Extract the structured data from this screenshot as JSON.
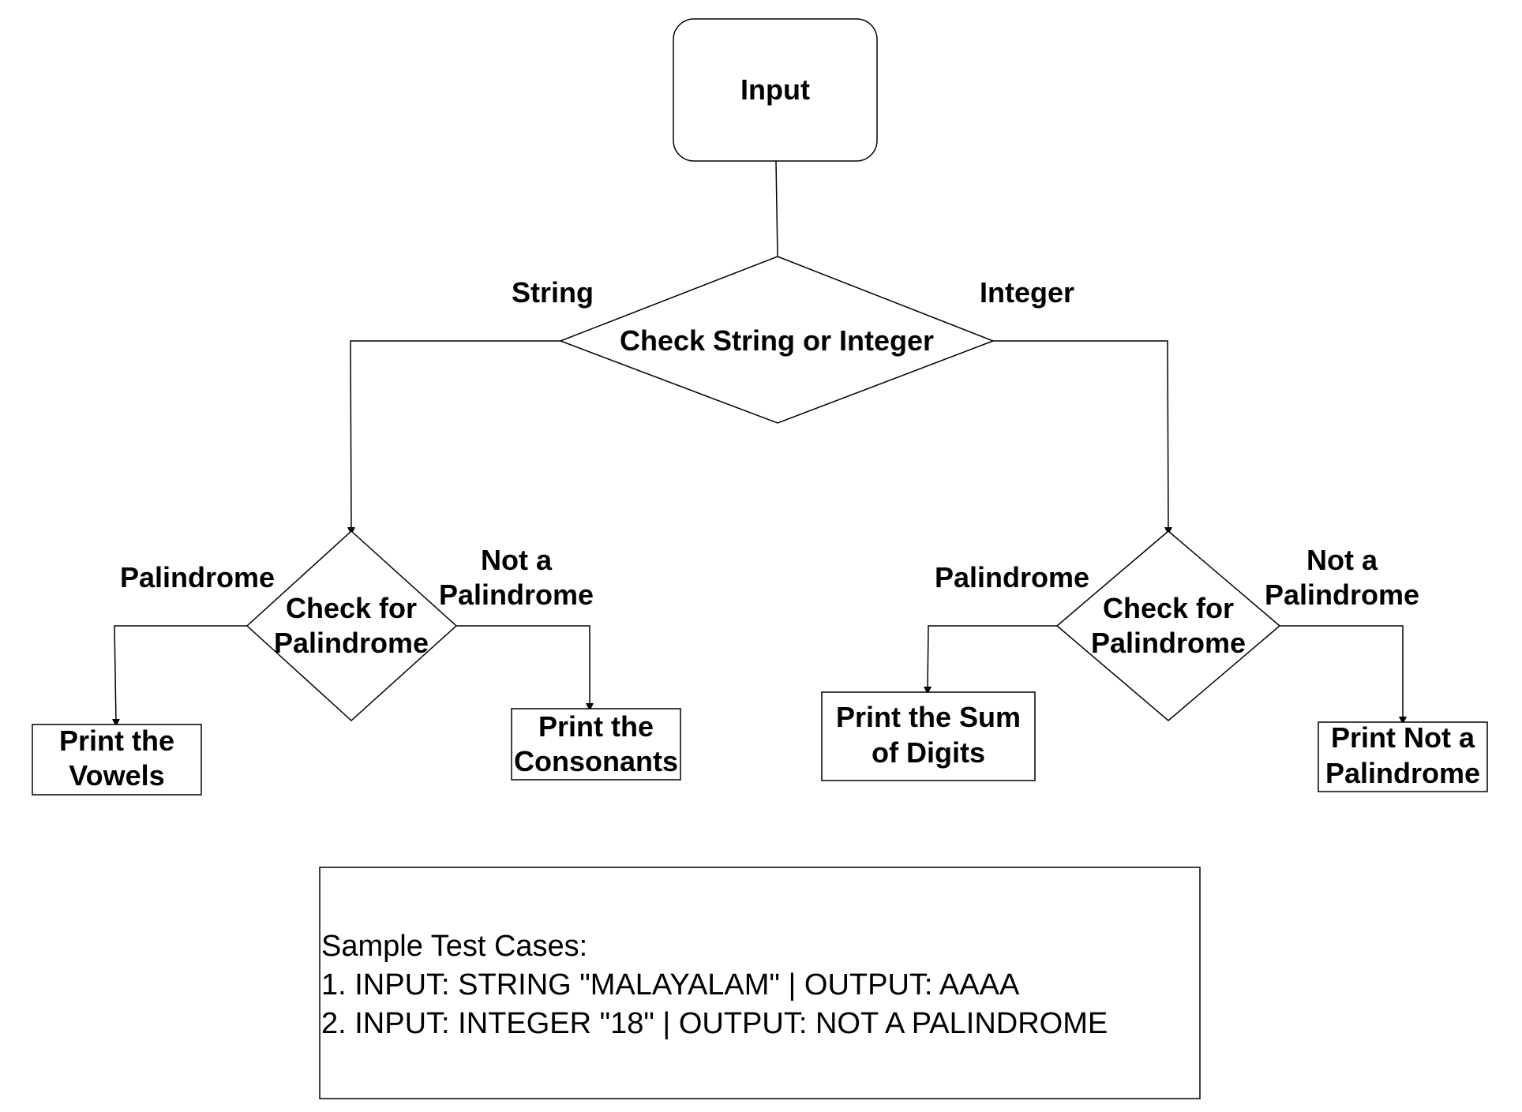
{
  "nodes": {
    "input": {
      "label": "Input"
    },
    "check_type": {
      "label": "Check String or Integer"
    },
    "check_pal_left": {
      "line1": "Check for",
      "line2": "Palindrome"
    },
    "check_pal_right": {
      "line1": "Check for",
      "line2": "Palindrome"
    },
    "print_vowels": {
      "line1": "Print the",
      "line2": "Vowels"
    },
    "print_consonants": {
      "line1": "Print the",
      "line2": "Consonants"
    },
    "print_sum": {
      "line1": "Print the Sum",
      "line2": "of Digits"
    },
    "print_not_pal": {
      "line1": "Print Not a",
      "line2": "Palindrome"
    }
  },
  "edge_labels": {
    "string": "String",
    "integer": "Integer",
    "left_palindrome": "Palindrome",
    "left_not_pal_1": "Not a",
    "left_not_pal_2": "Palindrome",
    "right_palindrome": "Palindrome",
    "right_not_pal_1": "Not a",
    "right_not_pal_2": "Palindrome"
  },
  "notes": {
    "title": "Sample Test Cases:",
    "case1": "1. INPUT: STRING \"MALAYALAM\" | OUTPUT: AAAA",
    "case2": "2. INPUT: INTEGER \"18\" | OUTPUT: NOT A PALINDROME"
  },
  "colors": {
    "stroke": "#000000",
    "background": "#ffffff"
  }
}
